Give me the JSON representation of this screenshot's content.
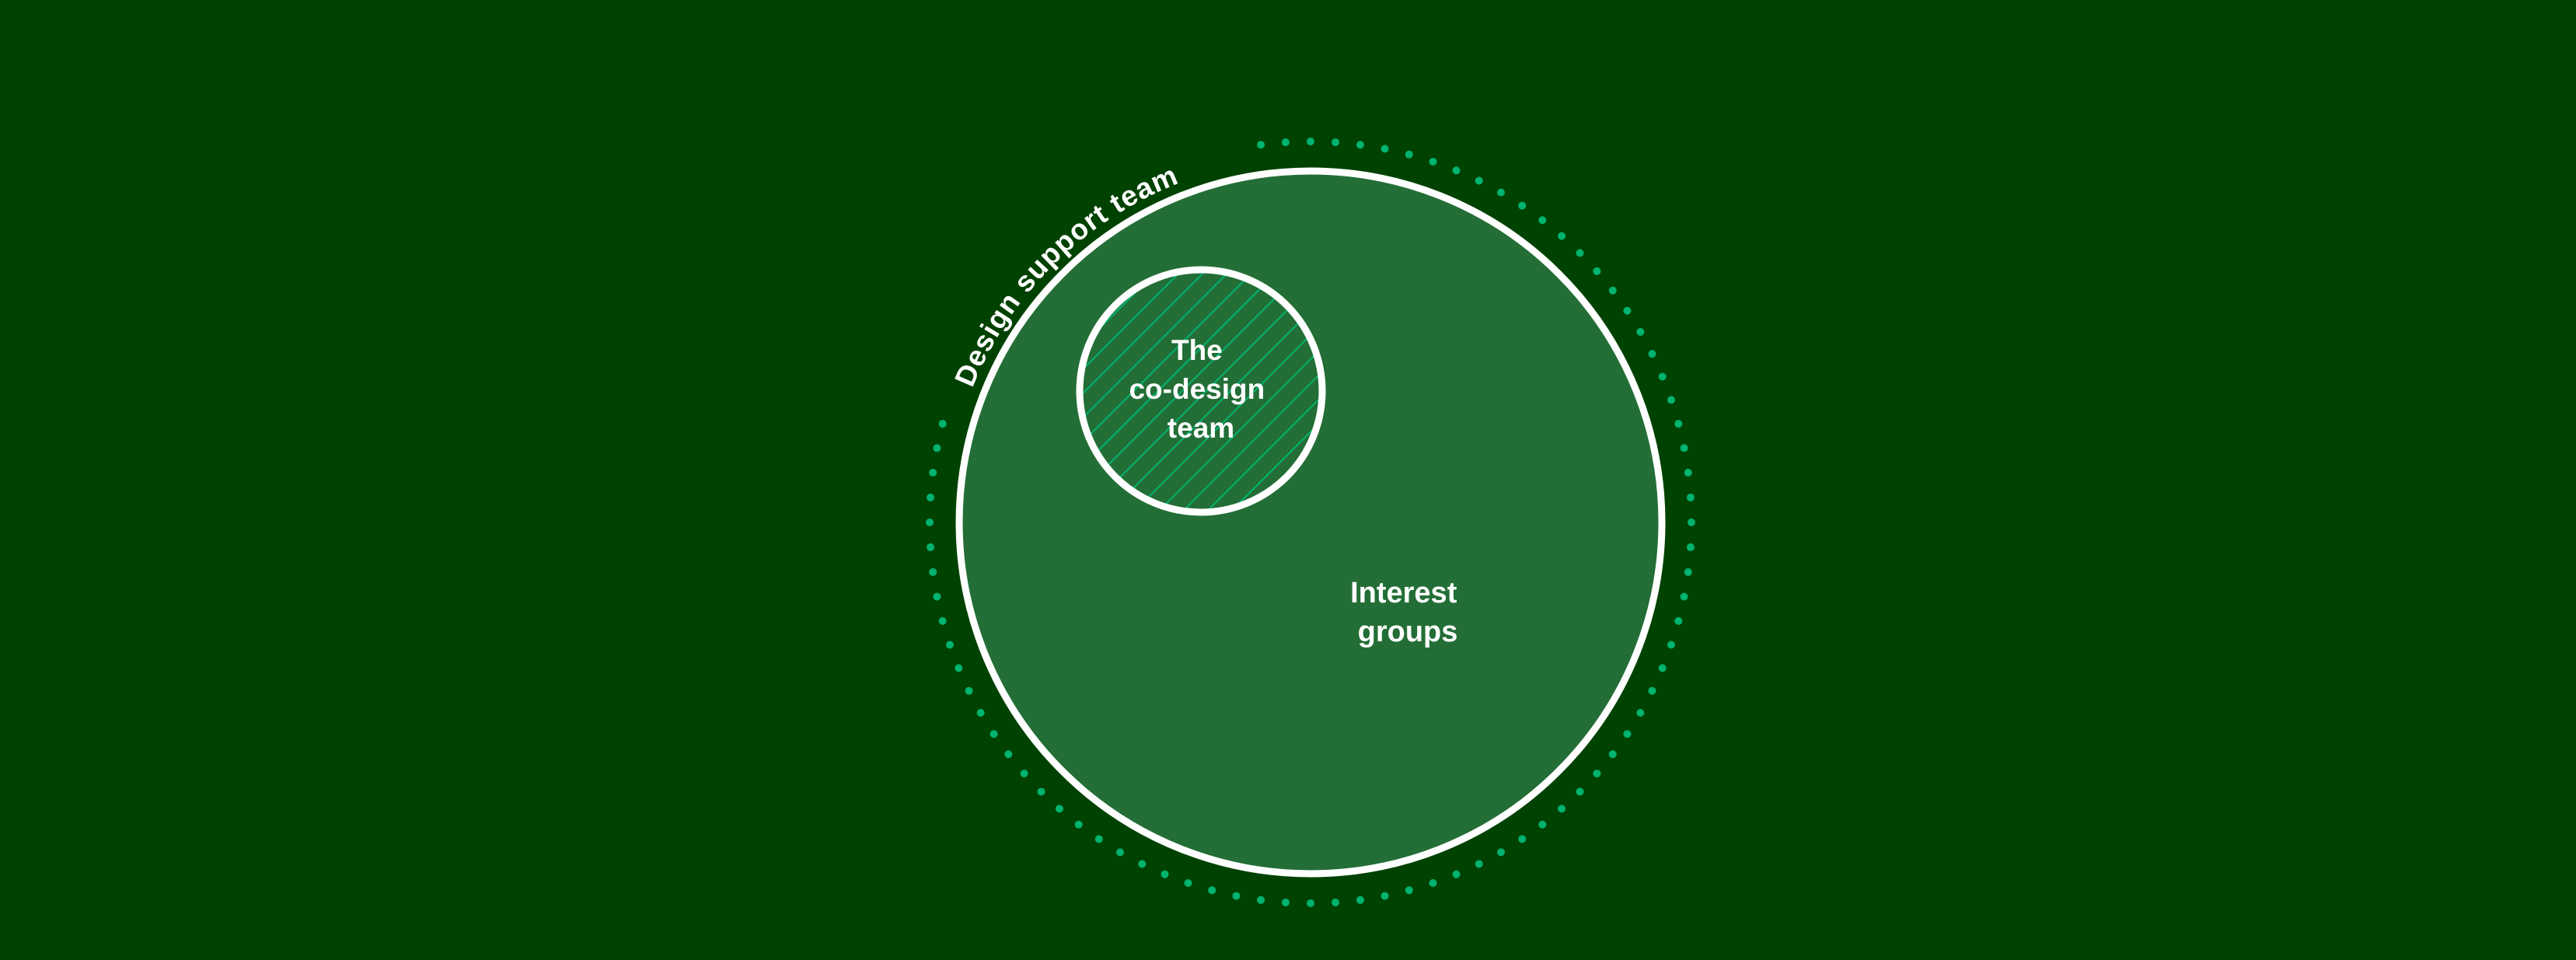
{
  "diagram": {
    "outer_ring_label": "Design support team",
    "main_circle_label": [
      "Interest groups"
    ],
    "main_circle_label_lines": [
      "Interest",
      "groups"
    ],
    "inner_circle_label_lines": [
      "The",
      "co-design",
      "team"
    ]
  },
  "colors": {
    "background": "#004200",
    "main_circle_fill": "#236e36",
    "accent_green": "#00b36f",
    "stroke_white": "#ffffff"
  }
}
